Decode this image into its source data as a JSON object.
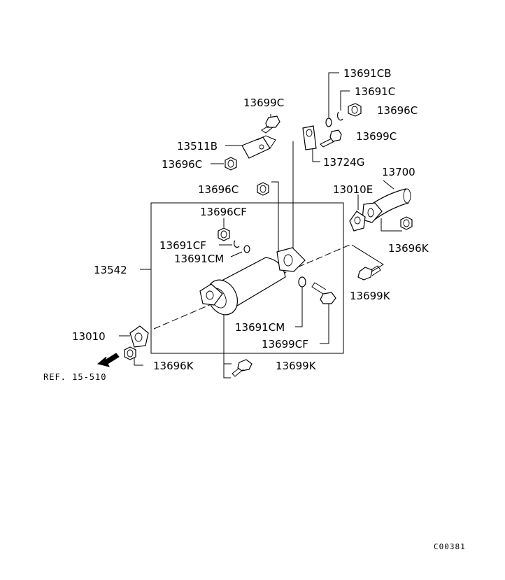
{
  "parts": {
    "p13691CB": "13691CB",
    "p13691C": "13691C",
    "p13696C_a": "13696C",
    "p13699C_a": "13699C",
    "p13699C_b": "13699C",
    "p13511B": "13511B",
    "p13696C_b": "13696C",
    "p13724G": "13724G",
    "p13700": "13700",
    "p13696C_c": "13696C",
    "p13010E": "13010E",
    "p13696CF": "13696CF",
    "p13691CF": "13691CF",
    "p13691CM_a": "13691CM",
    "p13542": "13542",
    "p13696K_a": "13696K",
    "p13699K_a": "13699K",
    "p13010": "13010",
    "p13691CM_b": "13691CM",
    "p13699CF": "13699CF",
    "p13696K_b": "13696K",
    "p13699K_b": "13699K"
  },
  "reference": "REF. 15-510",
  "figure_code": "C00381"
}
